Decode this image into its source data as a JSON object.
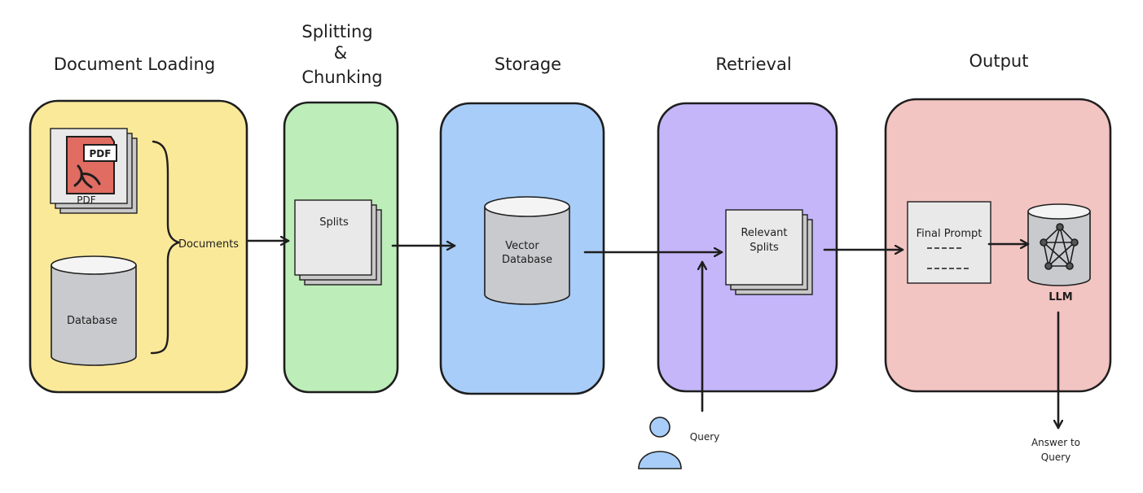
{
  "stages": {
    "loading": {
      "title": "Document Loading",
      "color": "#fbe99a"
    },
    "splitting": {
      "title_line1": "Splitting",
      "title_line2": "&",
      "title_line3": "Chunking",
      "color": "#bdedb8"
    },
    "storage": {
      "title": "Storage",
      "color": "#a8cdf8"
    },
    "retrieval": {
      "title": "Retrieval",
      "color": "#c5b6fa"
    },
    "output": {
      "title": "Output",
      "color": "#f2c4c2"
    }
  },
  "pdf": {
    "badge": "PDF",
    "caption": "PDF"
  },
  "database": {
    "label": "Database"
  },
  "documents": {
    "label": "Documents"
  },
  "splits": {
    "label": "Splits"
  },
  "vector_db": {
    "line1": "Vector",
    "line2": "Database"
  },
  "relevant_splits": {
    "line1": "Relevant",
    "line2": "Splits"
  },
  "query": {
    "label": "Query"
  },
  "final_prompt": {
    "label": "Final Prompt"
  },
  "llm": {
    "label": "LLM"
  },
  "answer": {
    "line1": "Answer to",
    "line2": "Query"
  },
  "colors": {
    "stroke": "#1e1e1e",
    "paper": "#e9e9e9",
    "paper_shadow": "#c8c8c8",
    "cylinder": "#c9cacd",
    "cylinder_top": "#f4f4f4",
    "pdf_red": "#e06c62",
    "person": "#a8cdf8"
  }
}
